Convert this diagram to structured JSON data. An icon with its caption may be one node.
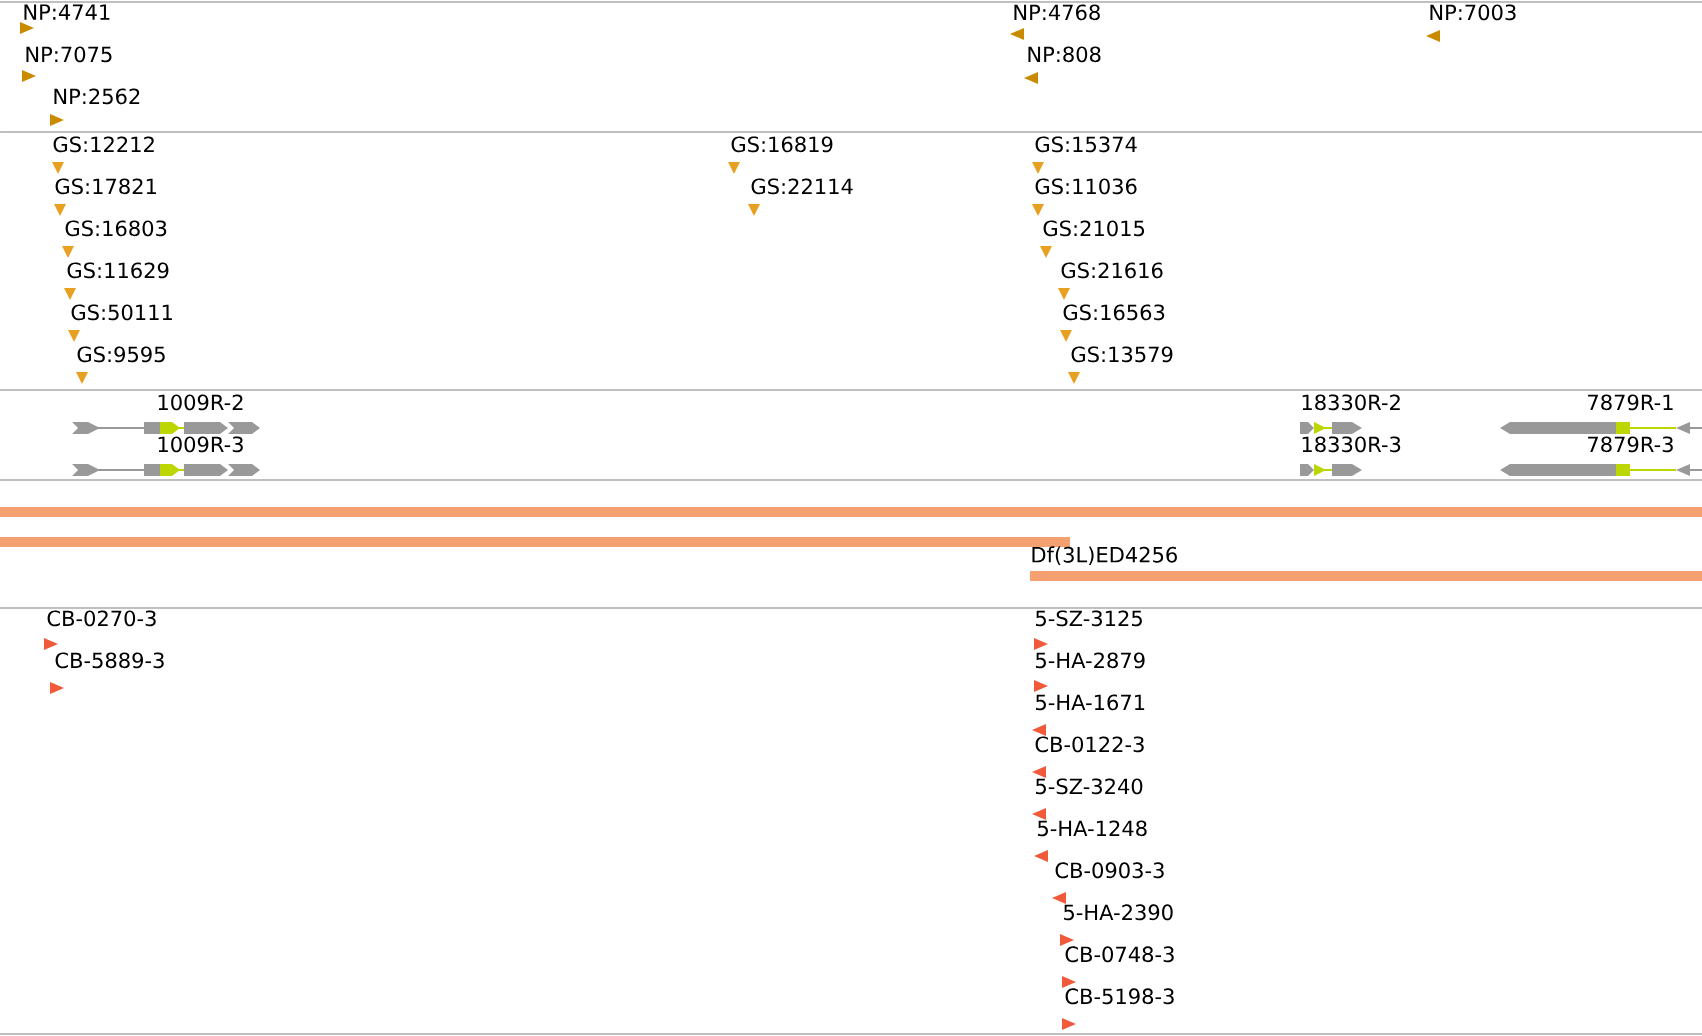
{
  "diagram": {
    "labels": [
      "NP:4741",
      "NP:4768",
      "NP:7003",
      "NP:7075",
      "NP:808",
      "NP:2562",
      "GS:12212",
      "GS:16819",
      "GS:15374",
      "GS:17821",
      "GS:22114",
      "GS:11036",
      "GS:16803",
      "GS:21015",
      "GS:11629",
      "GS:21616",
      "GS:50111",
      "GS:16563",
      "GS:9595",
      "GS:13579",
      "1009R-2",
      "18330R-2",
      "7879R-1",
      "1009R-3",
      "18330R-3",
      "7879R-3",
      "Df(3L)ED4256",
      "CB-0270-3",
      "5-SZ-3125",
      "CB-5889-3",
      "5-HA-2879",
      "5-HA-1671",
      "CB-0122-3",
      "5-SZ-3240",
      "5-HA-1248",
      "CB-0903-3",
      "5-HA-2390",
      "CB-0748-3",
      "CB-5198-3"
    ]
  }
}
